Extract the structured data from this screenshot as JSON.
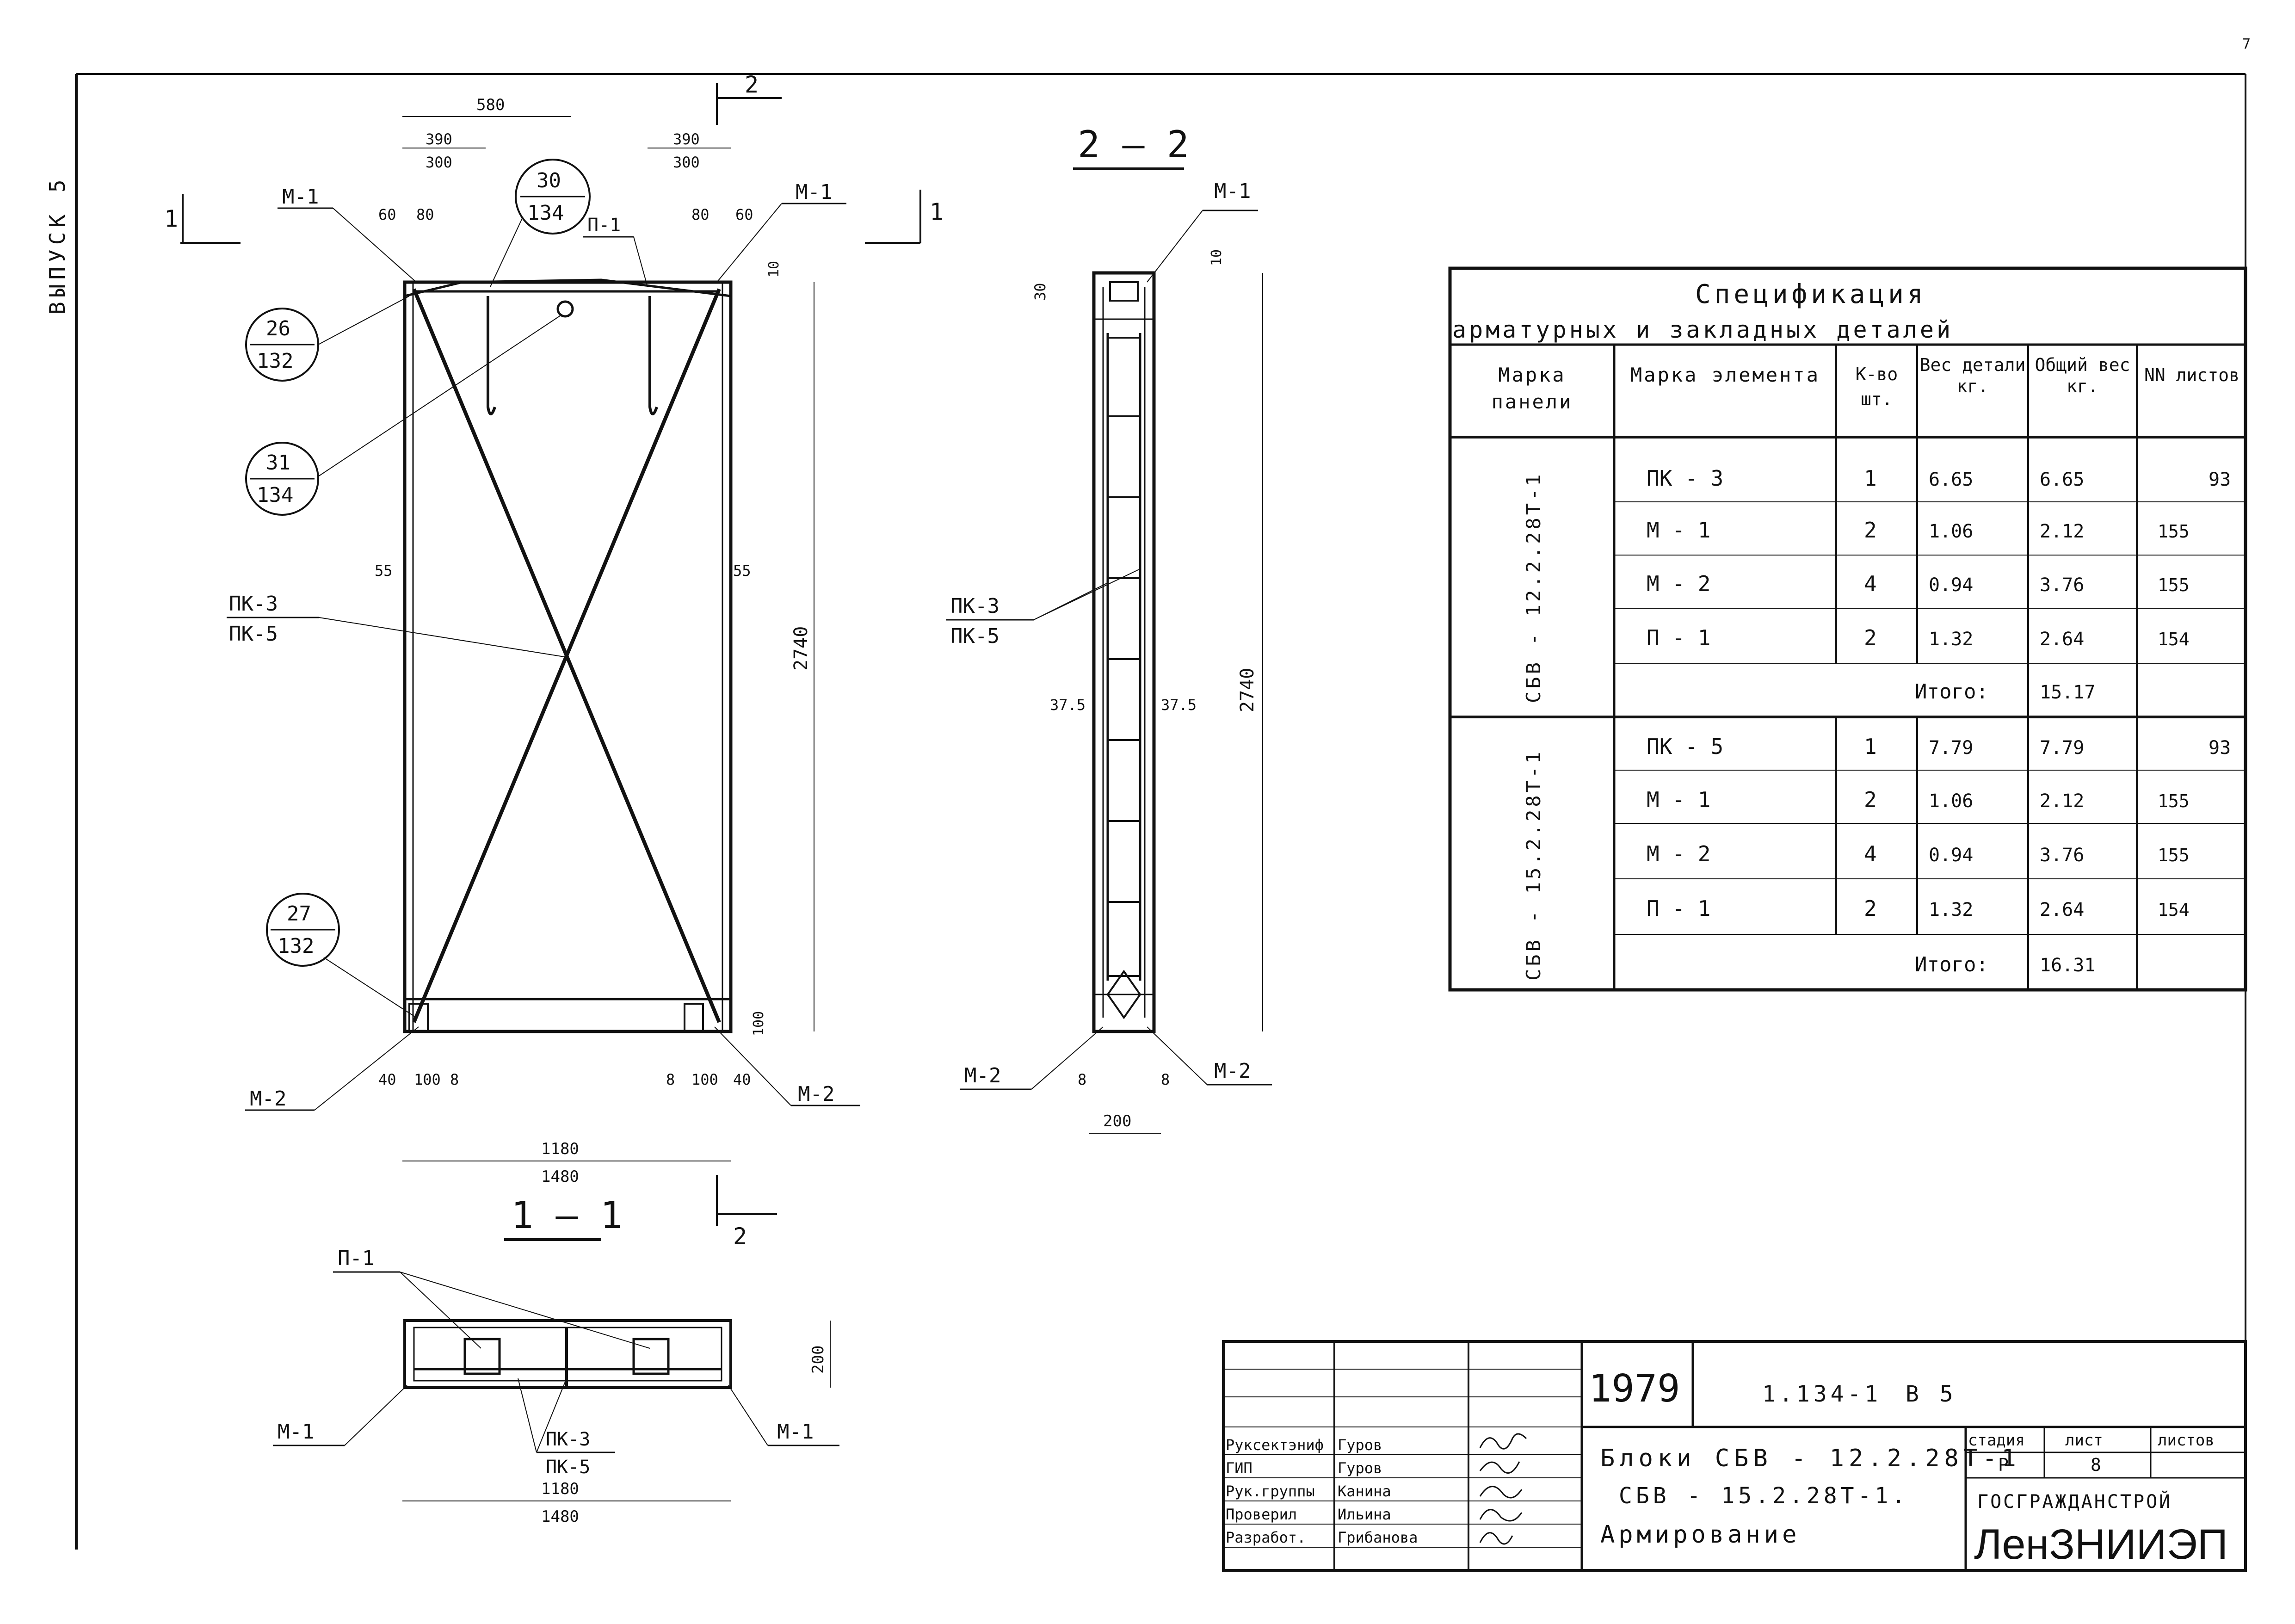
{
  "page_number": "7",
  "series_label": "ВЫПУСК 5",
  "plan": {
    "dims_top": [
      "580",
      "390",
      "300",
      "390",
      "300",
      "60",
      "80",
      "80",
      "60"
    ],
    "dim_10": "10",
    "dim_height": "2740",
    "dim_55_left": "55",
    "dim_55_right": "55",
    "dim_100_right": "100",
    "dims_bottom": [
      "40",
      "100",
      "8",
      "8",
      "100",
      "40"
    ],
    "dim_width_1": "1180",
    "dim_width_2": "1480",
    "labels": {
      "m1_left": "М-1",
      "m1_right": "М-1",
      "p1": "П-1",
      "pk3": "ПК-3",
      "pk5": "ПК-5",
      "m2_left": "М-2",
      "m2_right": "М-2"
    },
    "balloons": [
      {
        "top": "30",
        "bottom": "134"
      },
      {
        "top": "26",
        "bottom": "132"
      },
      {
        "top": "31",
        "bottom": "134"
      },
      {
        "top": "27",
        "bottom": "132"
      }
    ],
    "section_mark_1": "1",
    "section_mark_2": "2"
  },
  "section_22": {
    "title": "2 — 2",
    "m1": "М-1",
    "dim_30": "30",
    "dim_10": "10",
    "pk3": "ПК-3",
    "pk5": "ПК-5",
    "dim_375_left": "37.5",
    "dim_375_right": "37.5",
    "dim_height": "2740",
    "m2_left": "М-2",
    "m2_right": "М-2",
    "dim_8_left": "8",
    "dim_8_right": "8",
    "dim_200": "200"
  },
  "section_11": {
    "title": "1 — 1",
    "p1": "П-1",
    "m1_left": "М-1",
    "m1_right": "М-1",
    "pk3": "ПК-3",
    "pk5": "ПК-5",
    "dim_200": "200",
    "dim_1180": "1180",
    "dim_1480": "1480"
  },
  "spec_table": {
    "title_1": "Спецификация",
    "title_2": "арматурных и закладных деталей",
    "headers": [
      "Марка панели",
      "Марка элемента",
      "К-во шт.",
      "Вес детали кг.",
      "Общий вес кг.",
      "NN листов"
    ],
    "groups": [
      {
        "panel": "СБВ - 12.2.28Т-1",
        "rows": [
          [
            "ПК - 3",
            "1",
            "6.65",
            "6.65",
            "93"
          ],
          [
            "М - 1",
            "2",
            "1.06",
            "2.12",
            "155"
          ],
          [
            "М - 2",
            "4",
            "0.94",
            "3.76",
            "155"
          ],
          [
            "П - 1",
            "2",
            "1.32",
            "2.64",
            "154"
          ]
        ],
        "total_label": "Итого:",
        "total": "15.17"
      },
      {
        "panel": "СБВ - 15.2.28Т-1",
        "rows": [
          [
            "ПК - 5",
            "1",
            "7.79",
            "7.79",
            "93"
          ],
          [
            "М - 1",
            "2",
            "1.06",
            "2.12",
            "155"
          ],
          [
            "М - 2",
            "4",
            "0.94",
            "3.76",
            "155"
          ],
          [
            "П - 1",
            "2",
            "1.32",
            "2.64",
            "154"
          ]
        ],
        "total_label": "Итого:",
        "total": "16.31"
      }
    ]
  },
  "title_block": {
    "year": "1979",
    "code": "1.134-1",
    "issue": "В 5",
    "staff": [
      {
        "role": "Руксектэниф",
        "name": "Гуров"
      },
      {
        "role": "ГИП",
        "name": "Гуров"
      },
      {
        "role": "Рук.группы",
        "name": "Канина"
      },
      {
        "role": "Проверил",
        "name": "Ильина"
      },
      {
        "role": "Разработ.",
        "name": "Грибанова"
      }
    ],
    "title_line1": "Блоки СБВ - 12.2.28Т-1",
    "title_line2": "СБВ - 15.2.28Т-1.",
    "title_line3": "Армирование",
    "stage_header": "стадия",
    "sheet_header": "лист",
    "sheets_header": "листов",
    "stage": "Р",
    "sheet": "8",
    "sheets": "",
    "org1": "ГОСГРАЖДАНСТРОЙ",
    "org2": "ЛенЗНИИЭП"
  }
}
